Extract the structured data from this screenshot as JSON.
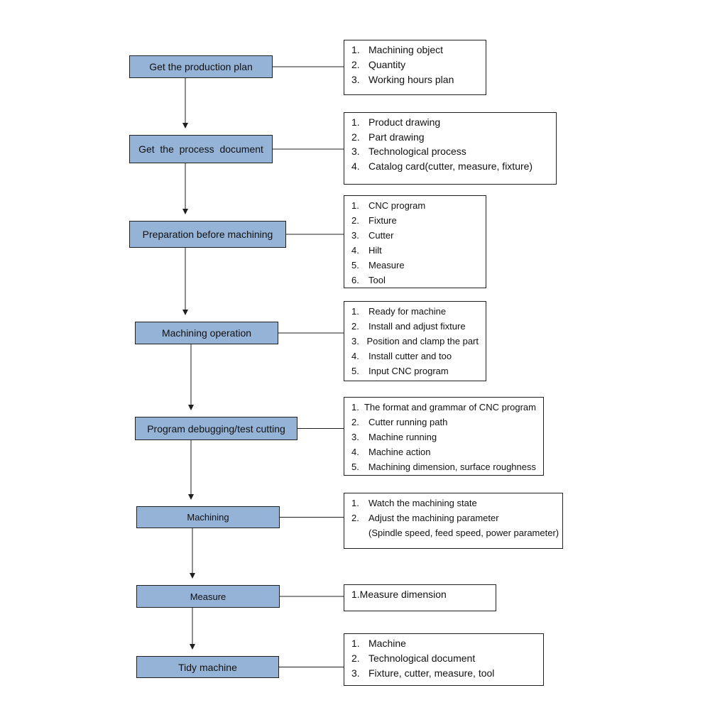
{
  "colors": {
    "step_fill": "#95b3d7",
    "line": "#1f1f1f",
    "notes_fill": "#ffffff"
  },
  "steps": [
    {
      "label": "Get the production plan",
      "notes": [
        {
          "num": "1.",
          "text": "Machining object"
        },
        {
          "num": "2.",
          "text": "Quantity"
        },
        {
          "num": "3.",
          "text": "Working hours plan"
        }
      ]
    },
    {
      "label": "Get  the  process  document",
      "notes": [
        {
          "num": "1.",
          "text": "Product drawing"
        },
        {
          "num": "2.",
          "text": "Part drawing"
        },
        {
          "num": "3.",
          "text": "Technological process"
        },
        {
          "num": "4.",
          "text": "Catalog card(cutter, measure, fixture)"
        }
      ]
    },
    {
      "label": "Preparation before machining",
      "notes": [
        {
          "num": "1.",
          "text": "CNC program"
        },
        {
          "num": "2.",
          "text": "Fixture"
        },
        {
          "num": "3.",
          "text": "Cutter"
        },
        {
          "num": "4.",
          "text": "Hilt"
        },
        {
          "num": "5.",
          "text": "Measure"
        },
        {
          "num": "6.",
          "text": "Tool"
        }
      ]
    },
    {
      "label": "Machining operation",
      "notes": [
        {
          "num": "1.",
          "text": "Ready for machine"
        },
        {
          "num": "2.",
          "text": "Install and adjust fixture"
        },
        {
          "num": "3.",
          "text": "Position and clamp the part"
        },
        {
          "num": "4.",
          "text": "Install cutter and too"
        },
        {
          "num": "5.",
          "text": "Input CNC program"
        }
      ]
    },
    {
      "label": "Program debugging/test cutting",
      "notes": [
        {
          "num": "1.",
          "text": "The format and grammar of CNC program"
        },
        {
          "num": "2.",
          "text": "Cutter running path"
        },
        {
          "num": "3.",
          "text": "Machine running"
        },
        {
          "num": "4.",
          "text": "Machine action"
        },
        {
          "num": "5.",
          "text": "Machining dimension, surface roughness"
        }
      ]
    },
    {
      "label": "Machining",
      "notes": [
        {
          "num": "1.",
          "text": "Watch the machining state"
        },
        {
          "num": "2.",
          "text": "Adjust the machining parameter"
        }
      ],
      "notes_continuation": "(Spindle speed, feed speed, power parameter)"
    },
    {
      "label": "Measure",
      "notes": [
        {
          "num": "",
          "text": "1.Measure dimension"
        }
      ]
    },
    {
      "label": "Tidy machine",
      "notes": [
        {
          "num": "1.",
          "text": "Machine"
        },
        {
          "num": "2.",
          "text": "Technological document"
        },
        {
          "num": "3.",
          "text": "Fixture, cutter, measure, tool"
        }
      ]
    }
  ]
}
